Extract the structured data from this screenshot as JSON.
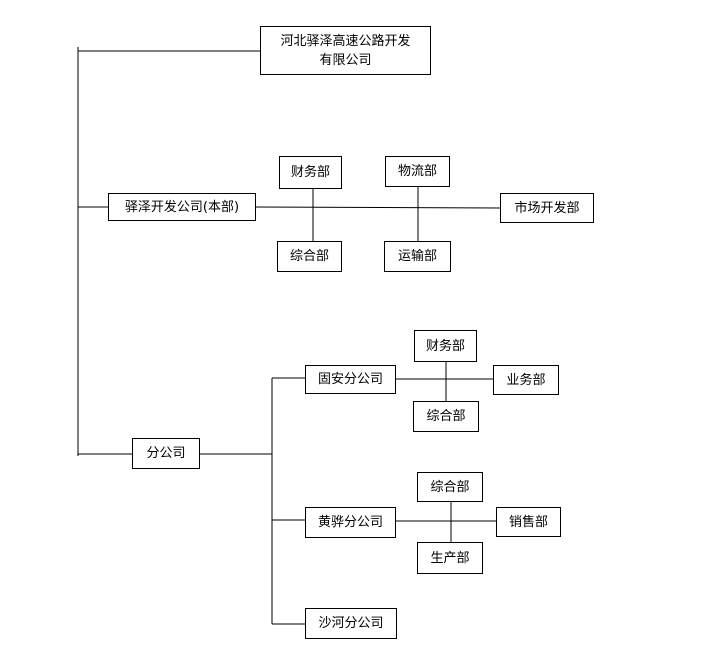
{
  "nodes": {
    "root": "河北驿泽高速公路开发\n有限公司",
    "hq": "驿泽开发公司(本部)",
    "hq_finance": "财务部",
    "hq_general": "综合部",
    "hq_logistics": "物流部",
    "hq_transport": "运输部",
    "hq_market": "市场开发部",
    "branches": "分公司",
    "guan": "固安分公司",
    "guan_finance": "财务部",
    "guan_business": "业务部",
    "guan_general": "综合部",
    "huanghua": "黄骅分公司",
    "huanghua_general": "综合部",
    "huanghua_sales": "销售部",
    "huanghua_production": "生产部",
    "shahe": "沙河分公司"
  }
}
